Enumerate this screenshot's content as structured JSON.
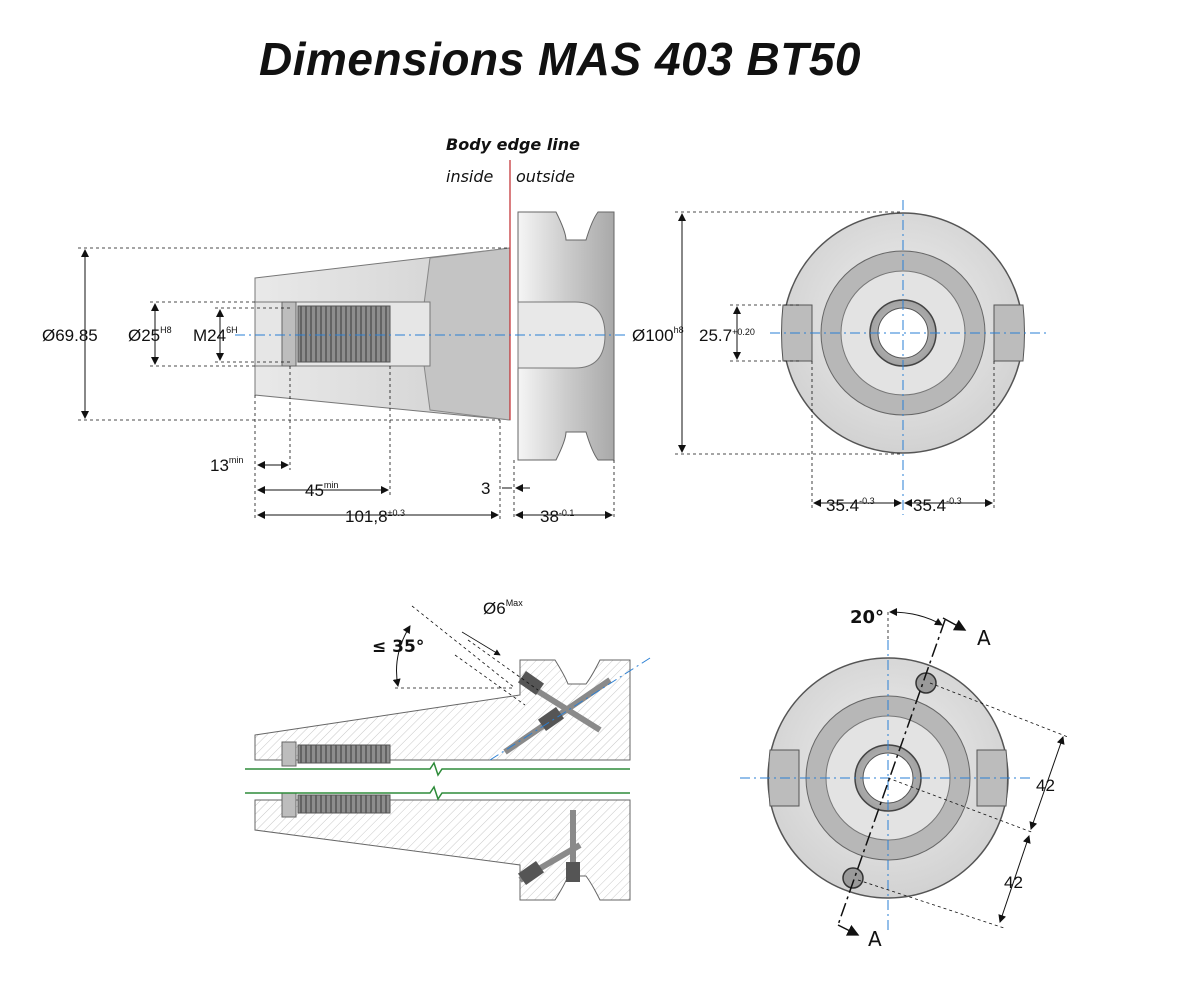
{
  "title": "Dimensions MAS 403 BT50",
  "edge": {
    "label": "Body edge line",
    "inside": "inside",
    "outside": "outside"
  },
  "side_view": {
    "d_flange_body": "Ø69.85",
    "d_bore": {
      "text": "Ø25",
      "tol": "H8"
    },
    "thread": {
      "text": "M24",
      "tol": "6H"
    },
    "len_13": {
      "text": "13",
      "tol": "min"
    },
    "len_45": {
      "text": "45",
      "tol": "min"
    },
    "len_3": "3",
    "len_101": {
      "text": "101,8",
      "tol": "±0.3"
    },
    "len_38": {
      "text": "38",
      "tol": "-0.1"
    }
  },
  "front_view": {
    "d_flange": {
      "text": "Ø100",
      "tol": "h8"
    },
    "slot_width": {
      "text": "25.7",
      "tol": "+0.20"
    },
    "offset_left": {
      "text": "35.4",
      "tol": "-0.3"
    },
    "offset_right": {
      "text": "35.4",
      "tol": "-0.3"
    }
  },
  "section_view": {
    "angle": "≤ 35°",
    "hole": {
      "text": "Ø6",
      "tol": "Max"
    }
  },
  "rotated_view": {
    "angle": "20°",
    "section_a_top": "A",
    "section_a_bottom": "A",
    "dist_top": "42",
    "dist_bottom": "42"
  },
  "colors": {
    "edge_line": "#c0282c",
    "centerline": "#2a7fd4",
    "green_line": "#2e8b3a",
    "metal": "#d6d6d6"
  }
}
